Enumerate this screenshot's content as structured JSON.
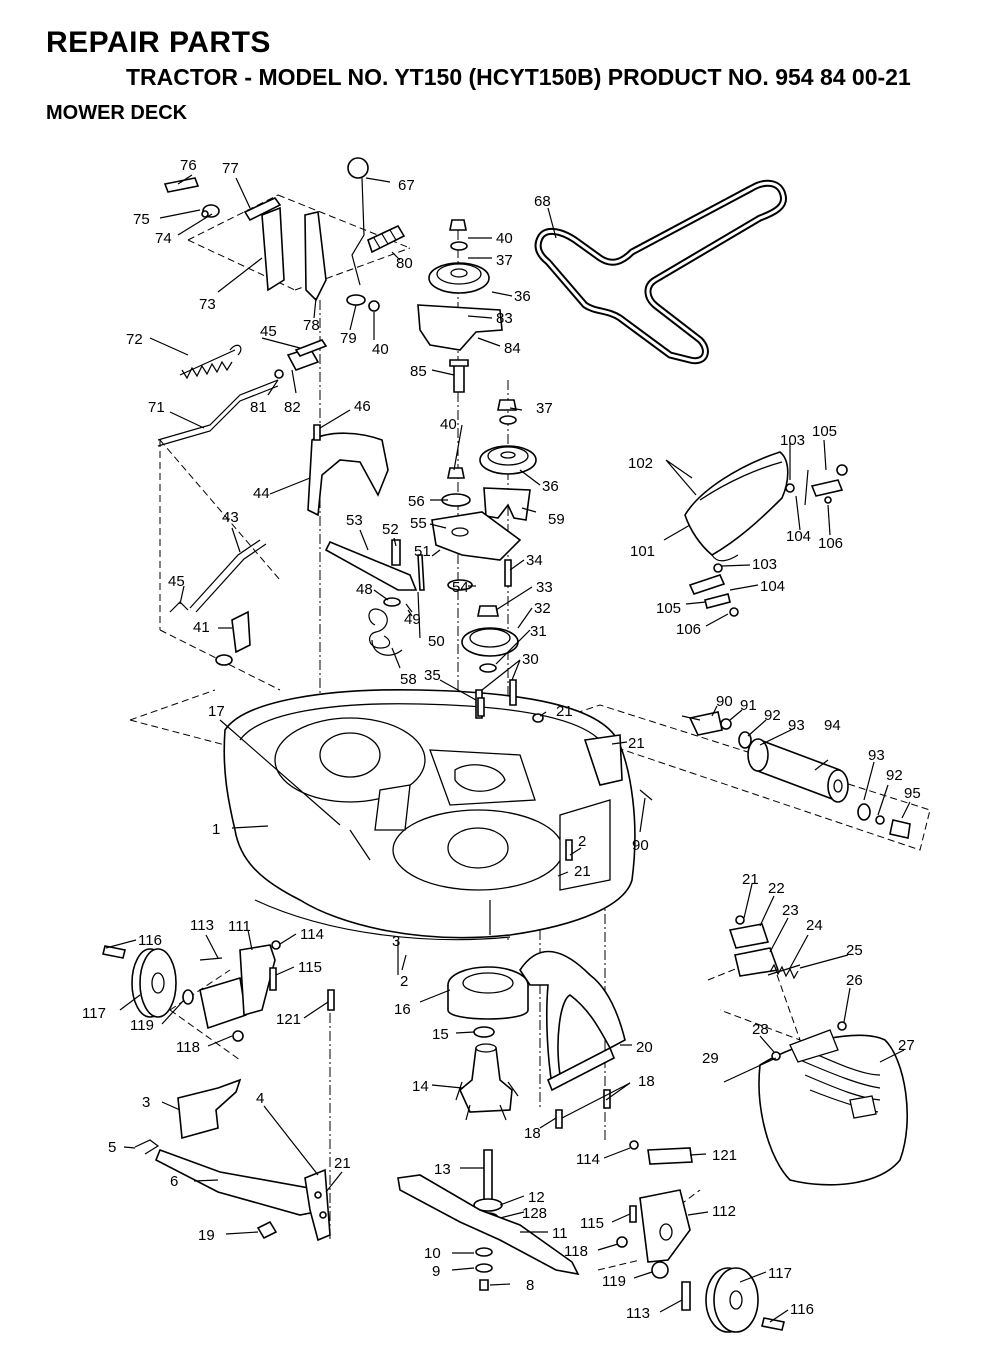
{
  "header": {
    "title": "REPAIR PARTS",
    "subtitle": "TRACTOR - MODEL NO. YT150 (HCYT150B) PRODUCT NO. 954 84 00-21",
    "section": "MOWER DECK"
  },
  "callouts": {
    "c1": "1",
    "c2a": "2",
    "c2b": "2",
    "c3a": "3",
    "c3b": "3",
    "c4": "4",
    "c5": "5",
    "c6": "6",
    "c8": "8",
    "c9": "9",
    "c10": "10",
    "c11": "11",
    "c12": "12",
    "c13": "13",
    "c14": "14",
    "c15": "15",
    "c16": "16",
    "c17": "17",
    "c18a": "18",
    "c18b": "18",
    "c19": "19",
    "c20": "20",
    "c21a": "21",
    "c21b": "21",
    "c21c": "21",
    "c21d": "21",
    "c21e": "21",
    "c22": "22",
    "c23": "23",
    "c24": "24",
    "c25": "25",
    "c26": "26",
    "c27": "27",
    "c28": "28",
    "c29": "29",
    "c30": "30",
    "c31": "31",
    "c32": "32",
    "c33": "33",
    "c34": "34",
    "c35": "35",
    "c36a": "36",
    "c36b": "36",
    "c37a": "37",
    "c37b": "37",
    "c40a": "40",
    "c40b": "40",
    "c40c": "40",
    "c41": "41",
    "c43": "43",
    "c44": "44",
    "c45a": "45",
    "c45b": "45",
    "c46": "46",
    "c48": "48",
    "c49": "49",
    "c50": "50",
    "c51": "51",
    "c52": "52",
    "c53": "53",
    "c54": "54",
    "c55": "55",
    "c56": "56",
    "c58": "58",
    "c59": "59",
    "c67": "67",
    "c68": "68",
    "c71": "71",
    "c72": "72",
    "c73": "73",
    "c74": "74",
    "c75": "75",
    "c76": "76",
    "c77": "77",
    "c78": "78",
    "c79": "79",
    "c80": "80",
    "c81": "81",
    "c82": "82",
    "c83": "83",
    "c84": "84",
    "c85": "85",
    "c90a": "90",
    "c90b": "90",
    "c91": "91",
    "c92a": "92",
    "c92b": "92",
    "c93a": "93",
    "c93b": "93",
    "c94": "94",
    "c95": "95",
    "c101": "101",
    "c102": "102",
    "c103a": "103",
    "c103b": "103",
    "c104a": "104",
    "c104b": "104",
    "c105a": "105",
    "c105b": "105",
    "c106a": "106",
    "c106b": "106",
    "c111": "111",
    "c112": "112",
    "c113a": "113",
    "c113b": "113",
    "c114a": "114",
    "c114b": "114",
    "c115a": "115",
    "c115b": "115",
    "c116a": "116",
    "c116b": "116",
    "c117a": "117",
    "c117b": "117",
    "c118a": "118",
    "c118b": "118",
    "c119a": "119",
    "c119b": "119",
    "c121a": "121",
    "c121b": "121",
    "c128": "128"
  }
}
